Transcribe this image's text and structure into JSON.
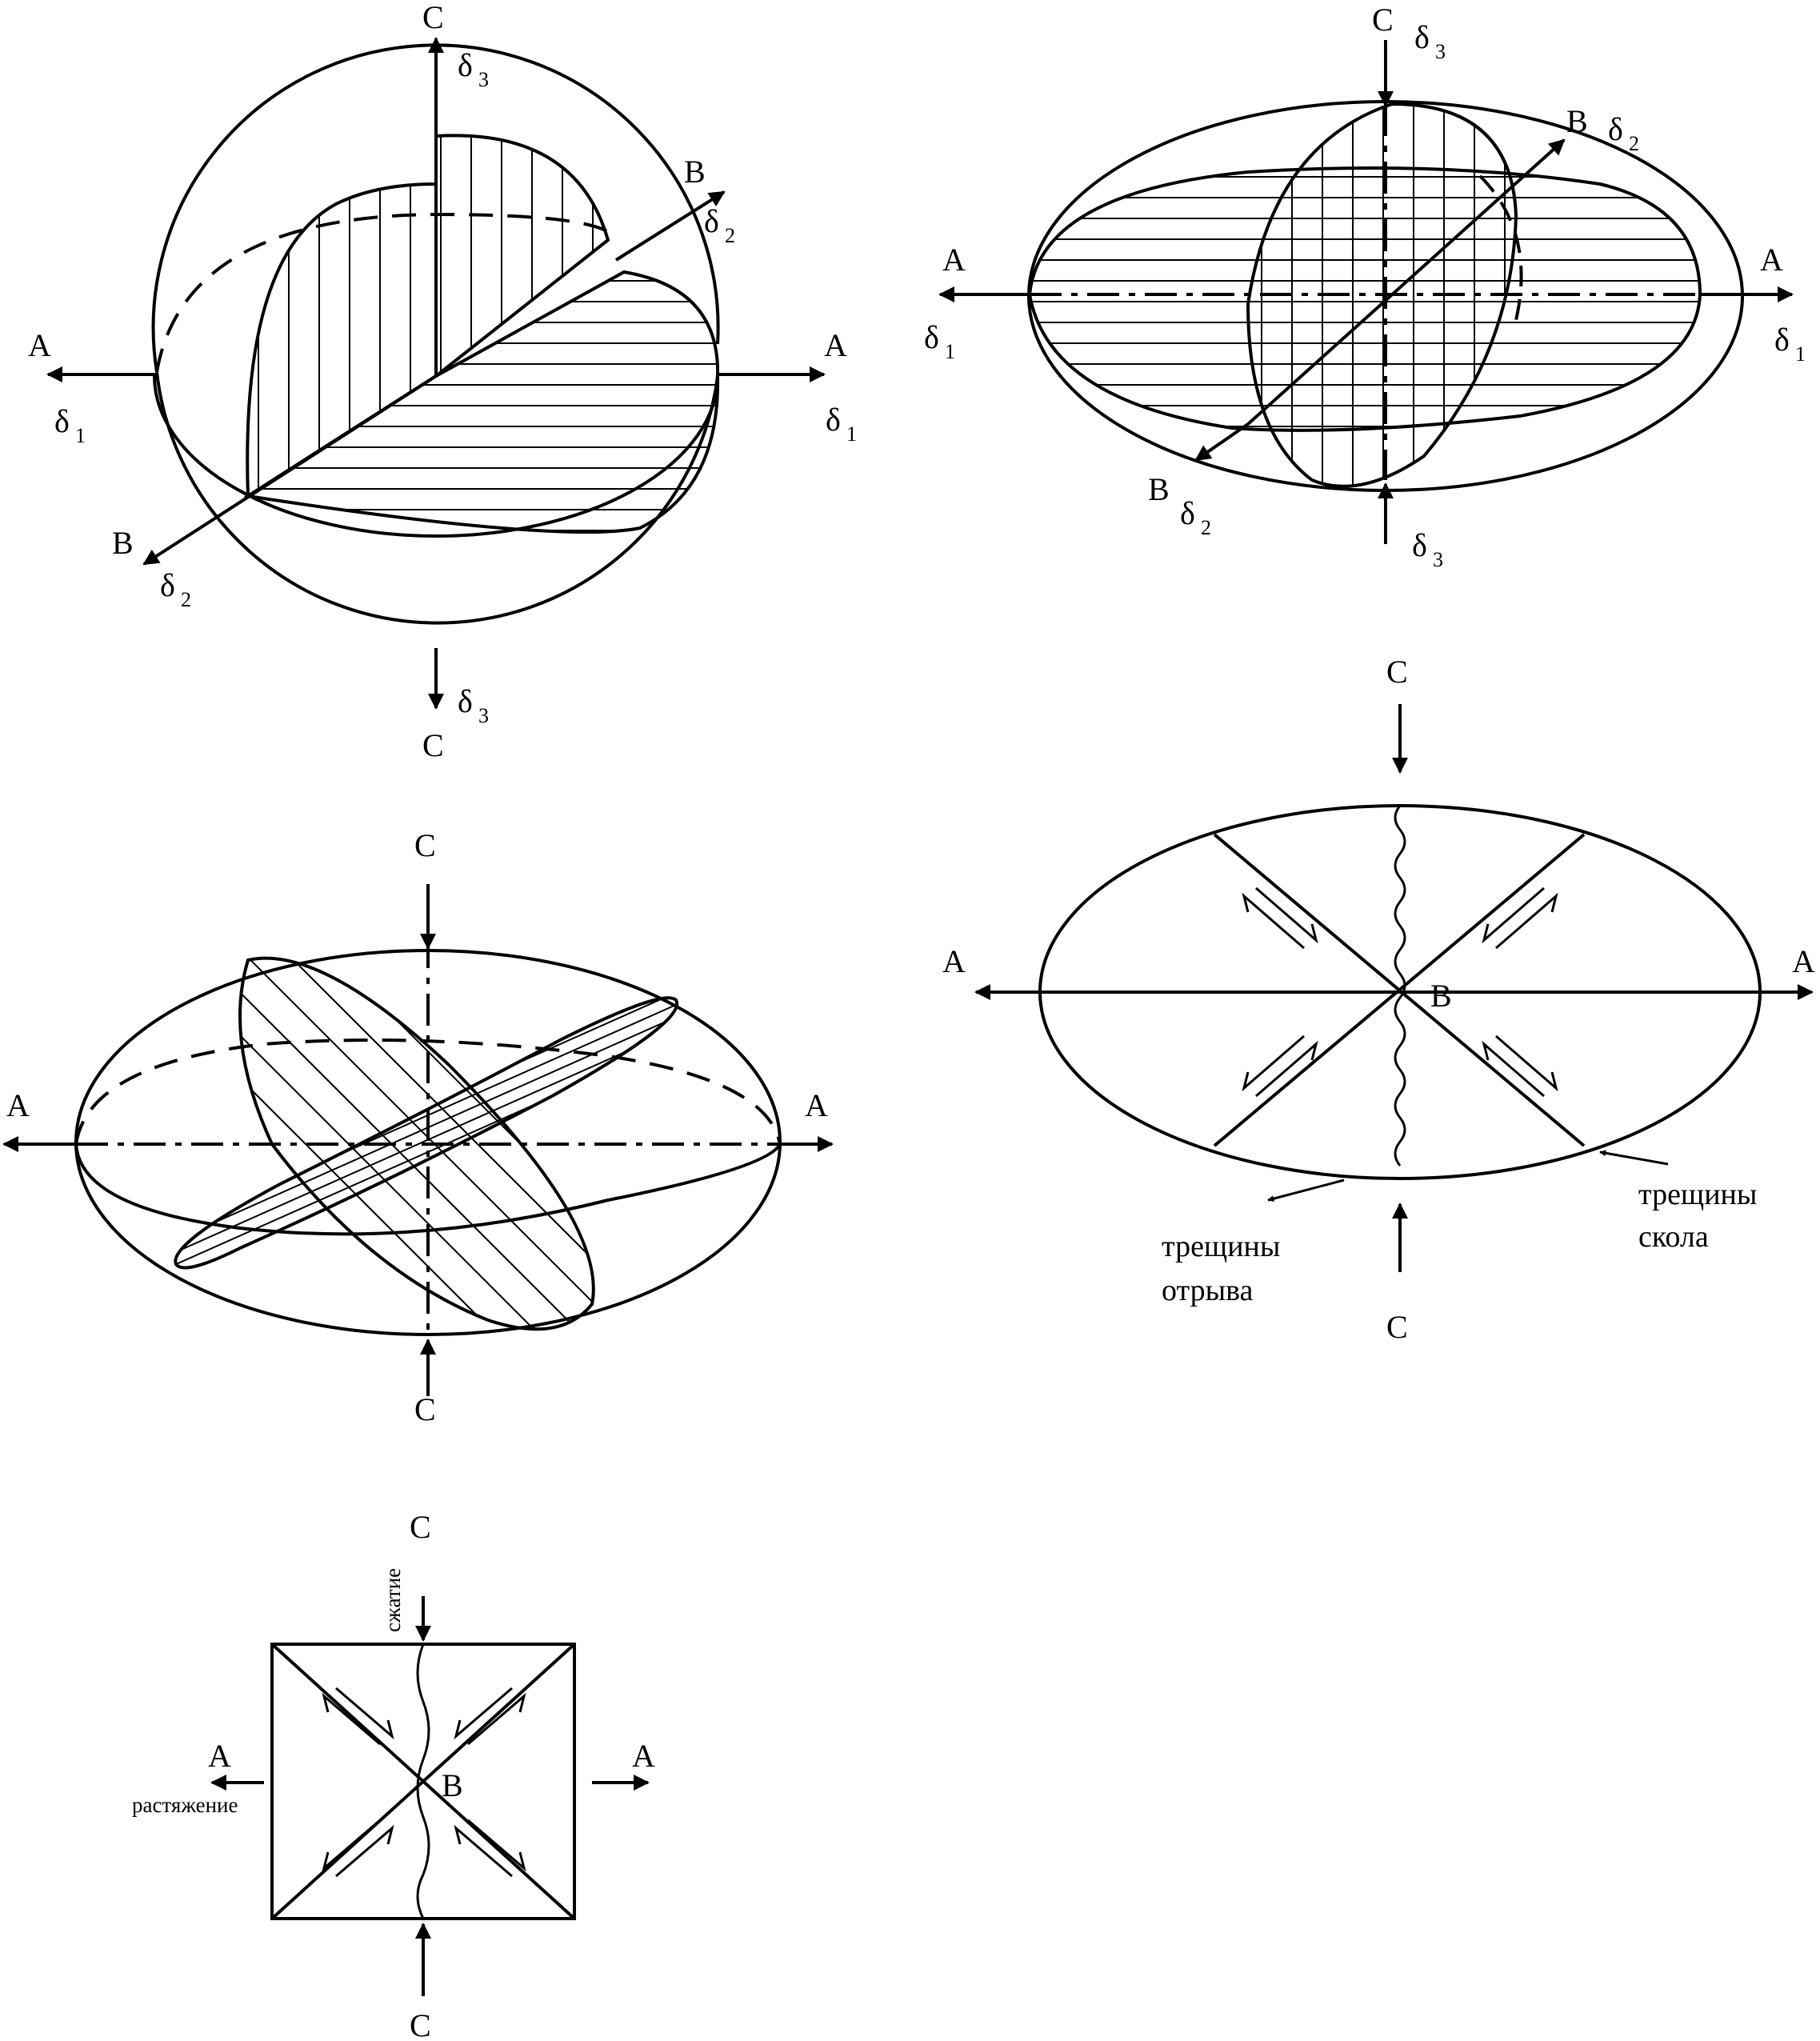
{
  "labels": {
    "axis_a": "A",
    "axis_b": "B",
    "axis_c": "C",
    "delta": "δ",
    "sub_1": "1",
    "sub_2": "2",
    "sub_3": "3"
  },
  "captions": {
    "tension_cracks_line1": "трещины",
    "tension_cracks_line2": "отрыва",
    "shear_cracks_line1": "трещины",
    "shear_cracks_line2": "скола",
    "compression": "сжатие",
    "extension": "растяжение"
  },
  "colors": {
    "ink": "#000000",
    "paper": "#ffffff"
  }
}
